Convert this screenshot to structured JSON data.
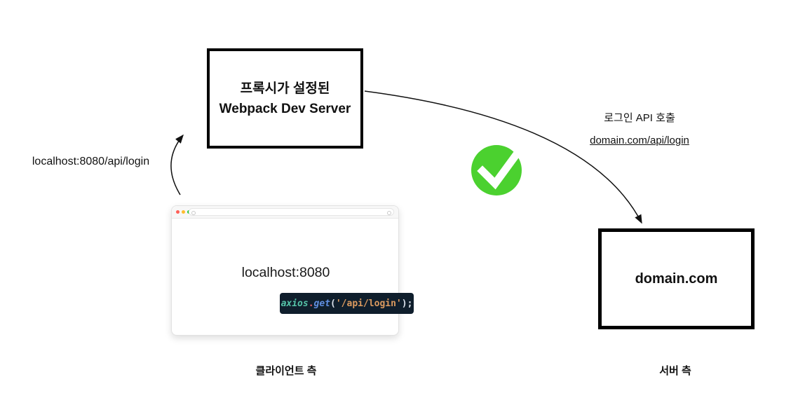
{
  "colors": {
    "check_green": "#4bd12f",
    "code_bg": "#0f1e2c",
    "traffic_red": "#ff5f57",
    "traffic_yellow": "#febc2e",
    "traffic_green": "#28c840"
  },
  "proxy_box": {
    "line1": "프록시가 설정된",
    "line2": "Webpack Dev Server"
  },
  "server_box": {
    "label": "domain.com"
  },
  "browser_window": {
    "page_text": "localhost:8080",
    "code_tokens": [
      {
        "text": "axios",
        "color": "#55c3a8",
        "font_style": "italic"
      },
      {
        "text": ".",
        "color": "#e25d68",
        "font_style": "normal"
      },
      {
        "text": "get",
        "color": "#5f8ee0",
        "font_style": "italic"
      },
      {
        "text": "(",
        "color": "#d9e0ea",
        "font_style": "normal"
      },
      {
        "text": "'/api/login'",
        "color": "#db9a5f",
        "font_style": "normal"
      },
      {
        "text": ");",
        "color": "#d9e0ea",
        "font_style": "normal"
      }
    ]
  },
  "annotations": {
    "request_label": "localhost:8080/api/login",
    "api_call_label": "로그인 API 호출",
    "api_call_url": "domain.com/api/login",
    "client_side_label": "클라이언트 측",
    "server_side_label": "서버 측"
  }
}
